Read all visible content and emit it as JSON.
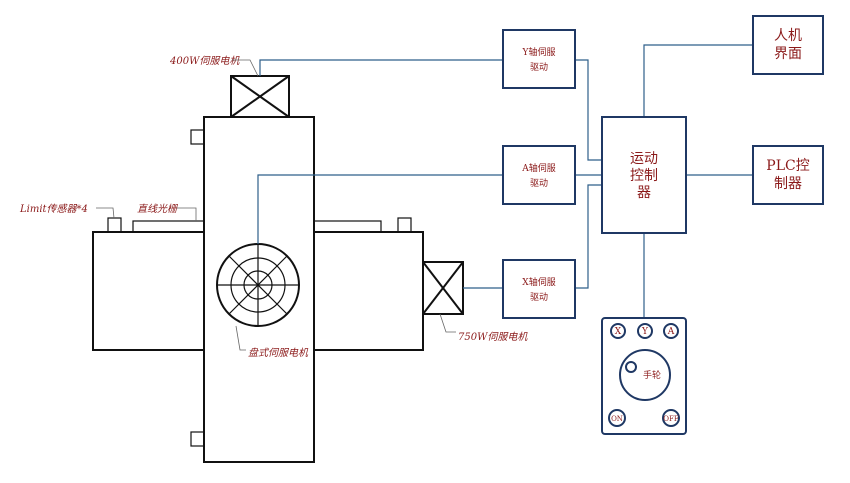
{
  "labels": {
    "y_motor": "400W伺服电机",
    "x_motor": "750W伺服电机",
    "disc_motor": "盘式伺服电机",
    "limit_sensor": "Limit传感器*4",
    "linear_grating": "直线光栅"
  },
  "drivers": {
    "y": [
      "Y轴伺服",
      "驱动"
    ],
    "a": [
      "A轴伺服",
      "驱动"
    ],
    "x": [
      "X轴伺服",
      "驱动"
    ]
  },
  "controller": [
    "运动",
    "控制",
    "器"
  ],
  "hmi": [
    "人机",
    "界面"
  ],
  "plc": [
    "PLC控",
    "制器"
  ],
  "pendant": {
    "buttons": [
      "X",
      "Y",
      "A"
    ],
    "handwheel": "手轮",
    "on": "ON",
    "off": "OFF"
  }
}
